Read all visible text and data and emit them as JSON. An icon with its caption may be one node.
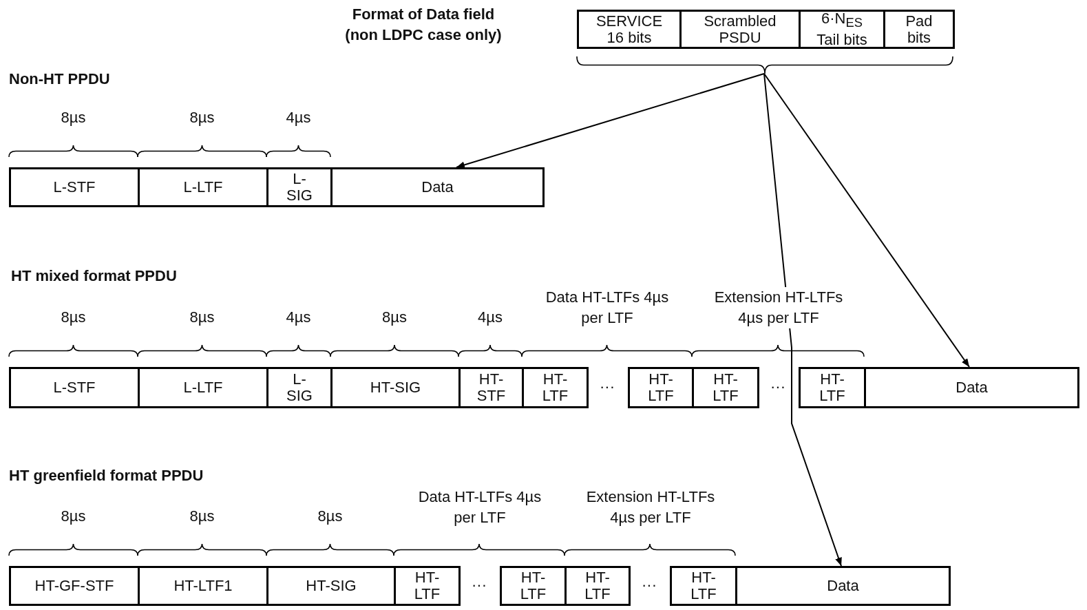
{
  "diagram": {
    "nodes": [
      {
        "text": [
          "SERVICE 16 bits"
        ]
      },
      {
        "text": [
          "Scrambled PSDU"
        ]
      },
      {
        "text": [
          "6·N$_{ES}$ Tail bits"
        ]
      },
      {
        "text": [
          "Pad bits"
        ]
      },
      {
        "text": [],
        "shape": "bracket"
      },
      {
        "text": [
          "L-STF"
        ],
        "beside": [
          "8µs"
        ]
      },
      {
        "text": [
          "L-LTF"
        ],
        "beside": [
          "8µs"
        ]
      },
      {
        "text": [
          "L-SIG"
        ],
        "beside": [
          "4µs"
        ]
      },
      {
        "text": [
          "Data"
        ]
      },
      {
        "text": [
          "L-STF"
        ],
        "beside": [
          "8µs"
        ]
      },
      {
        "text": [
          "L-LTF"
        ],
        "beside": [
          "8µs"
        ]
      },
      {
        "text": [
          "L-SIG"
        ],
        "beside": [
          "4µs"
        ]
      },
      {
        "text": [
          "HT-SIG"
        ],
        "beside": [
          "8µs"
        ]
      },
      {
        "text": [
          "HT-STF"
        ],
        "beside": [
          "4µs"
        ]
      },
      {
        "text": [
          "HT-LTF"
        ]
      },
      {
        "text": [
          "HT-LTF"
        ]
      },
      {
        "text": [
          "HT-LTF"
        ]
      },
      {
        "text": [
          "HT-LTF"
        ]
      },
      {
        "text": [
          "Data"
        ]
      },
      {
        "text": [
          "HT-GF-STF"
        ],
        "beside": [
          "8µs"
        ]
      },
      {
        "text": [
          "HT-LTF1"
        ],
        "beside": [
          "8µs"
        ]
      },
      {
        "text": [
          "HT-SIG"
        ],
        "beside": [
          "8µs"
        ]
      },
      {
        "text": [
          "HT-LTF"
        ]
      },
      {
        "text": [
          "HT-LTF"
        ]
      },
      {
        "text": [
          "HT-LTF"
        ]
      },
      {
        "text": [
          "HT-LTF"
        ]
      },
      {
        "text": [
          "Data"
        ]
      }
    ],
    "edges": [
      {
        "from": 4,
        "to": 8,
        "arrow": "to"
      },
      {
        "from": 4,
        "to": 18,
        "arrow": "to"
      },
      {
        "from": 4,
        "to": 26,
        "arrow": "to"
      }
    ],
    "labels": [
      "Format of Data field (non LDPC case only)",
      "Non-HT PPDU",
      "HT mixed format PPDU",
      "Data HT-LTFs 4µs per LTF",
      "Extension HT-LTFs 4µs per LTF",
      "···",
      "···",
      "HT greenfield format PPDU",
      "Data HT-LTFs 4µs per LTF",
      "Extension HT-LTFs 4µs per LTF",
      "···",
      "···"
    ]
  }
}
